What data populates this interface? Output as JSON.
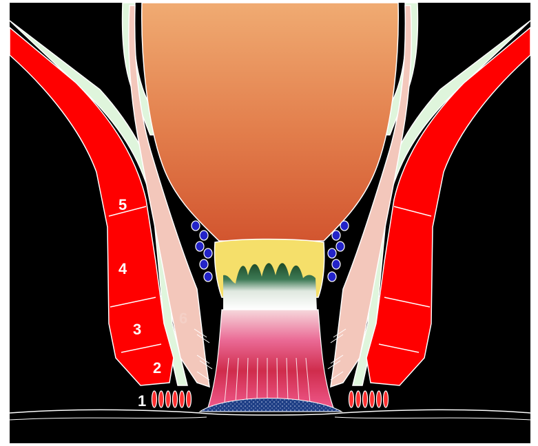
{
  "labels": {
    "l1": "1",
    "l2": "2",
    "l3": "3",
    "l4": "4",
    "l5": "5",
    "l6": "6"
  },
  "colors": {
    "background": "#000000",
    "muscle_red": "#ff0000",
    "fascia_green": "#dff5dc",
    "tissue_pink": "#f3c7bb",
    "vessel_blue": "#2323c8",
    "label_white": "#ffffff",
    "label_pink": "#f4d0c6"
  }
}
